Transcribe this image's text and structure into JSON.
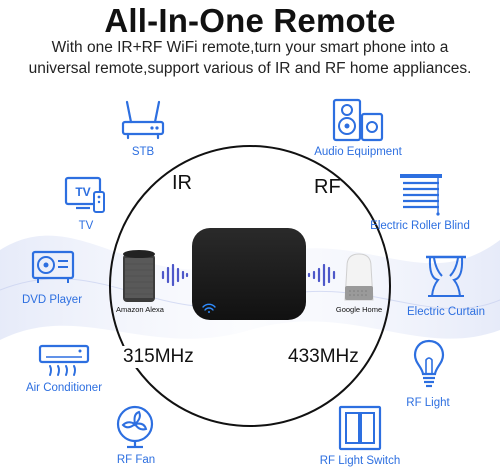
{
  "header": {
    "title": "All-In-One Remote",
    "subtitle_line1": "With one IR+RF WiFi remote,turn your smart phone into a",
    "subtitle_line2": "universal remote,support various of IR and RF home appliances."
  },
  "protocols": {
    "ir": "IR",
    "rf": "RF",
    "ir_freq": "315MHz",
    "rf_freq": "433MHz"
  },
  "speakers": {
    "left_label": "Amazon Alexa",
    "right_label": "Google Home"
  },
  "ir_devices": [
    {
      "label": "STB",
      "icon": "set-top-box-icon"
    },
    {
      "label": "TV",
      "icon": "tv-icon"
    },
    {
      "label": "DVD Player",
      "icon": "dvd-player-icon"
    },
    {
      "label": "Air Conditioner",
      "icon": "air-conditioner-icon"
    },
    {
      "label": "RF Fan",
      "icon": "fan-icon"
    }
  ],
  "rf_devices": [
    {
      "label": "Audio Equipment",
      "icon": "speaker-icon"
    },
    {
      "label": "Electric Roller Blind",
      "icon": "roller-blind-icon"
    },
    {
      "label": "Electric Curtain",
      "icon": "curtain-icon"
    },
    {
      "label": "RF Light",
      "icon": "light-bulb-icon"
    },
    {
      "label": "RF Light Switch",
      "icon": "light-switch-icon"
    }
  ],
  "colors": {
    "icon_blue": "#2d6fe0",
    "hub_black": "#1c1c1c",
    "wifi_blue": "#2f8cff"
  }
}
